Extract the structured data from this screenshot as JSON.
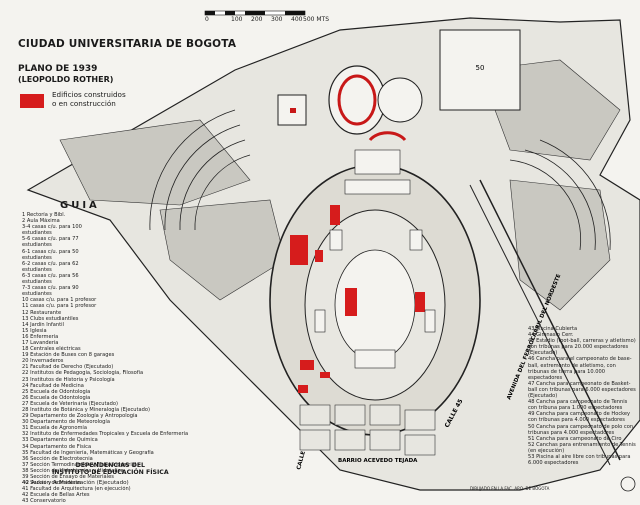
{
  "map": {
    "title": "CIUDAD UNIVERSITARIA DE BOGOTA",
    "plan_title": "PLANO DE 1939",
    "author": "(LEOPOLDO ROTHER)",
    "legend_text": "Edificios construidos\no en construcción",
    "legend_color": "#d61c1c",
    "scale_ticks": [
      "0",
      "100",
      "200",
      "300",
      "400",
      "500 MTS"
    ],
    "guia_heading": "GUIA",
    "guia_items": [
      "1 Rectoría y Bibl.",
      "2 Aula Máxima",
      "3-4 casas c/u. para 100",
      "    estudiantes",
      "5-6 casas c/u. para 77",
      "    estudiantes",
      "6-1 casas c/u. para 50",
      "    estudiantes",
      "6-2 casas c/u. para 62",
      "    estudiantes",
      "6-3 casas c/u. para 56",
      "    estudiantes",
      "7-3 casas c/u. para 90",
      "    estudiantes",
      "10 casas c/u. para 1 profesor",
      "11 casas c/u. para 1 profesor",
      "12 Restaurante",
      "13 Clubs estudiantiles",
      "14 Jardín Infantil",
      "15 Iglesia",
      "16 Enfermería",
      "17 Lavandería",
      "18 Centrales eléctricas",
      "19 Estación de Buses con 8 garages",
      "20 Invernaderos",
      "21 Facultad de Derecho (Ejecutado)",
      "22 Institutos de Pedagogía, Sociología, Filosofía",
      "23 Institutos de Historia y Psicología",
      "24 Facultad de Medicina",
      "25 Escuela de Odontología",
      "26 Escuela de Odontología",
      "27 Escuela de Veterinaria (Ejecutado)",
      "28 Instituto de Botánica y Mineralogía (Ejecutado)",
      "29 Departamento de Zoología y Antropología",
      "30 Departamento de Meteorología",
      "31 Escuela de Agronomía",
      "32 Instituto de Enfermedades Tropicales y Escuela de Enfermería",
      "33 Departamento de Química",
      "34 Departamento de Física",
      "35 Facultad de Ingeniería, Matemáticas y Geografía",
      "36 Sección de Electrotecnia",
      "37 Sección Termodinámica y Física Industrial",
      "38 Sección de Hidrotécnica y Hidráulica",
      "39 Sección de Ensayo de Materiales",
      "40 Sección de Maderas",
      "41 Facultad de Arquitectura (en ejecución)",
      "42 Escuela de Bellas Artes",
      "43 Conservatorio"
    ],
    "dependencias_title": "DEPENDENCIAS DEL\nINSTITUTO DE EDUCACIÓN FÍSICA",
    "dependencias_item": "42 Aulas y Administración (Ejecutado)",
    "right_items": [
      "43 Piscina Cubierta",
      "44 Gimnasio Cerr.",
      "45 Estadio (foot-ball, carreras y atletismo) con tribunas para 20.000 espectadores (Ejecutado)",
      "46 Cancha para el campeonato de base-ball, extremonto de atletismo, con tribunas de tierra para 10.000 espectadores",
      "47 Cancha para campeonato de Basket-ball con tribunas para 6.000 espectadores (Ejecutado)",
      "48 Cancha para campeonato de Tennis con tribuna para 1.000 espectadores",
      "49 Cancha para campeonato de Hockey con tribunas para 4.000 espectadores",
      "50 Cancha para campeonato de polo con tribunas para 4.000 espectadores",
      "51 Cancha para campeonato de Ciro",
      "52 Canchas para entrenamiento de Tennis (en ejecución)",
      "53 Piscina al aire libre con tribunas para 6.000 espectadores"
    ],
    "street_labels": {
      "diagonal": "AVENIDA DEL FERROCARRIL DEL NORDESTE",
      "calle": "CALLE 45",
      "barrio": "BARRIO ACEVEDO TEJADA",
      "calle_small": "CALLE"
    },
    "footnote": "DIBUJADO EN LA FAC. ARQ. DE BOGOTA"
  }
}
